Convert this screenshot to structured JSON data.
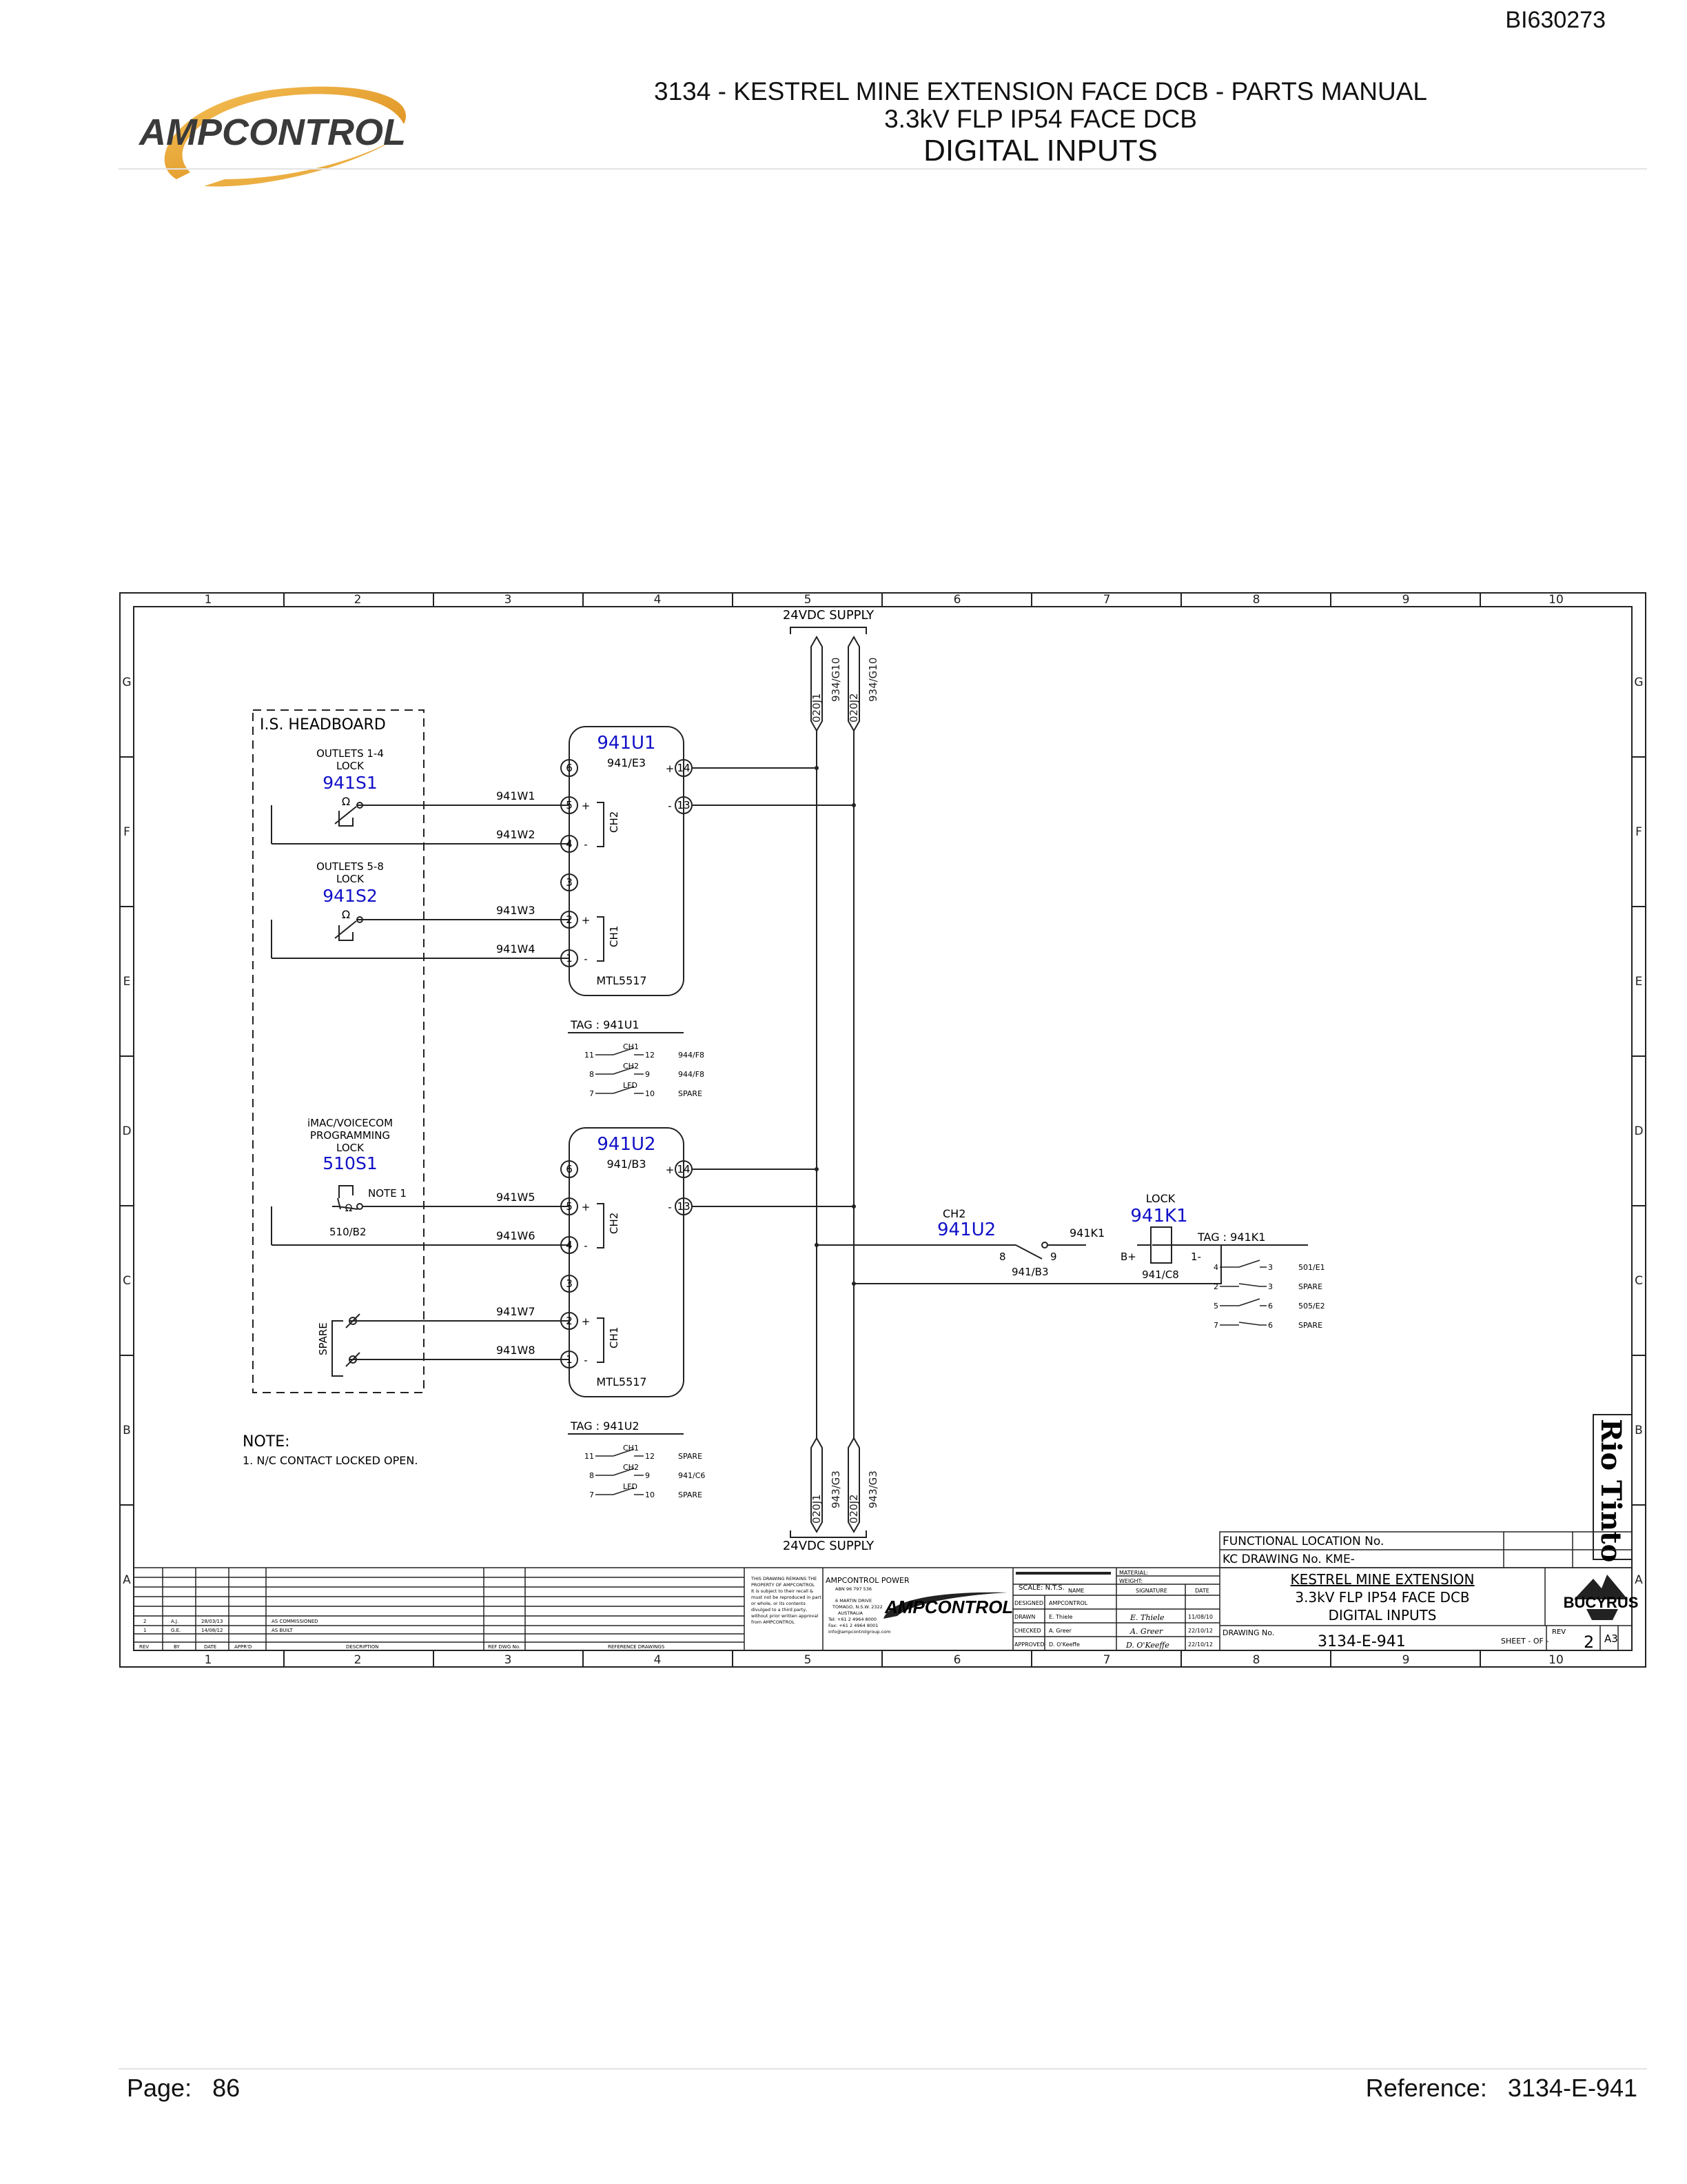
{
  "page": {
    "doc_id": "BI630273",
    "header_line1": "3134 - KESTREL MINE EXTENSION FACE DCB - PARTS MANUAL",
    "header_line2": "3.3kV FLP IP54 FACE DCB",
    "header_line3": "DIGITAL INPUTS",
    "logo_text": "AMPCONTROL",
    "page_label": "Page:",
    "page_number": "86",
    "reference_label": "Reference:",
    "reference_value": "3134-E-941"
  },
  "drawing": {
    "col_labels": [
      "1",
      "2",
      "3",
      "4",
      "5",
      "6",
      "7",
      "8",
      "9",
      "10"
    ],
    "row_labels": [
      "G",
      "F",
      "E",
      "D",
      "C",
      "B",
      "A"
    ],
    "supply_label": "24VDC SUPPLY",
    "supply_top_wires": [
      "020J1",
      "934/G10",
      "020J2",
      "934/G10"
    ],
    "supply_bottom_wires": [
      "020J1",
      "943/G3",
      "020J2",
      "943/G3"
    ],
    "headboard_title": "I.S. HEADBOARD",
    "sw1_desc": [
      "OUTLETS 1-4",
      "LOCK"
    ],
    "sw1_tag": "941S1",
    "sw2_desc": [
      "OUTLETS 5-8",
      "LOCK"
    ],
    "sw2_tag": "941S2",
    "sw3_desc": [
      "iMAC/VOICECOM",
      "PROGRAMMING",
      "LOCK"
    ],
    "sw3_tag": "510S1",
    "sw3_note": "NOTE 1",
    "sw3_ref": "510/B2",
    "spare_label": "SPARE",
    "omega": "Ω",
    "u1_tag": "941U1",
    "u1_ref": "941/E3",
    "u1_model": "MTL5517",
    "u2_tag": "941U2",
    "u2_ref": "941/B3",
    "u2_model": "MTL5517",
    "ch1": "CH1",
    "ch2": "CH2",
    "plus": "+",
    "minus": "-",
    "u1_terms": [
      "6",
      "5",
      "4",
      "3",
      "2",
      "1",
      "14",
      "13"
    ],
    "u2_terms": [
      "6",
      "5",
      "4",
      "3",
      "2",
      "1",
      "14",
      "13"
    ],
    "wires_u1": [
      "941W1",
      "941W2",
      "941W3",
      "941W4"
    ],
    "wires_u2": [
      "941W5",
      "941W6",
      "941W7",
      "941W8"
    ],
    "tag_u1_title": "TAG : 941U1",
    "tag_u1_rows": [
      {
        "a": "11",
        "ch": "CH1",
        "b": "12",
        "dest": "944/F8"
      },
      {
        "a": "8",
        "ch": "CH2",
        "b": "9",
        "dest": "944/F8"
      },
      {
        "a": "7",
        "ch": "LFD",
        "b": "10",
        "dest": "SPARE"
      }
    ],
    "tag_u2_title": "TAG : 941U2",
    "tag_u2_rows": [
      {
        "a": "11",
        "ch": "CH1",
        "b": "12",
        "dest": "SPARE"
      },
      {
        "a": "8",
        "ch": "CH2",
        "b": "9",
        "dest": "941/C6"
      },
      {
        "a": "7",
        "ch": "LFD",
        "b": "10",
        "dest": "SPARE"
      }
    ],
    "contact_ch": "CH2",
    "contact_tag": "941U2",
    "contact_terms": [
      "8",
      "9"
    ],
    "contact_ref": "941/B3",
    "wire_k1": "941K1",
    "relay_desc": "LOCK",
    "relay_tag": "941K1",
    "relay_terms": [
      "B+",
      "1-"
    ],
    "relay_ref": "941/C8",
    "tag_k1_title": "TAG : 941K1",
    "tag_k1_rows": [
      {
        "a": "4",
        "b": "3",
        "dest": "501/E1"
      },
      {
        "a": "2",
        "b": "3",
        "dest": "SPARE"
      },
      {
        "a": "5",
        "b": "6",
        "dest": "505/E2"
      },
      {
        "a": "7",
        "b": "6",
        "dest": "SPARE"
      }
    ],
    "note_title": "NOTE:",
    "note_1": "1.   N/C CONTACT LOCKED OPEN.",
    "rio_tinto": "Rio Tinto",
    "bucyrus": "BUCYRUS"
  },
  "title_block": {
    "functional_location": "FUNCTIONAL LOCATION No.",
    "kc_drawing": "KC DRAWING No.   KME-",
    "rev_rows": [
      {
        "rev": "2",
        "by": "A.J.",
        "date": "28/03/13",
        "desc": "AS COMMISSIONED"
      },
      {
        "rev": "1",
        "by": "G.E.",
        "date": "14/08/12",
        "desc": "AS BUILT"
      }
    ],
    "rev_headers": [
      "REV",
      "BY",
      "DATE",
      "APPR'D",
      "DESCRIPTION",
      "REF DWG No.",
      "REFERENCE DRAWINGS"
    ],
    "property_note": [
      "THIS DRAWING REMAINS THE",
      "PROPERTY OF AMPCONTROL",
      "It is subject to their recall &",
      "must not be reproduced in part",
      "or whole, or its contents",
      "divulged to a third party,",
      "without prior written approval",
      "from AMPCONTROL"
    ],
    "company": "AMPCONTROL POWER",
    "company_abn": "ABN 96 797 536",
    "company_addr": [
      "6 MARTIN DRIVE",
      "TOMAGO, N.S.W. 2322",
      "AUSTRALIA",
      "Tel: +61 2 4964 8000",
      "Fax: +61 2 4964 8001",
      "info@ampcontrolgroup.com"
    ],
    "scale": "SCALE:  N.T.S.",
    "material": "MATERIAL:",
    "weight": "WEIGHT:",
    "name_hdr": "NAME",
    "sig_hdr": "SIGNATURE",
    "date_hdr": "DATE",
    "people": [
      {
        "role": "DESIGNED",
        "name": "AMPCONTROL",
        "sig": "",
        "date": ""
      },
      {
        "role": "DRAWN",
        "name": "E. Thiele",
        "sig": "E. Thiele",
        "date": "11/08/10"
      },
      {
        "role": "CHECKED",
        "name": "A. Greer",
        "sig": "A. Greer",
        "date": "22/10/12"
      },
      {
        "role": "APPROVED",
        "name": "D. O'Keeffe",
        "sig": "D. O'Keeffe",
        "date": "22/10/12"
      }
    ],
    "title_line1": "KESTREL MINE EXTENSION",
    "title_line2": "3.3kV FLP IP54 FACE DCB",
    "title_line3": "DIGITAL INPUTS",
    "drawing_no_label": "DRAWING No.",
    "drawing_no": "3134-E-941",
    "sheet": "SHEET -  OF -",
    "rev_label": "REV",
    "rev": "2",
    "size": "A3"
  },
  "colors": {
    "tag_blue": "#1010c8",
    "line": "#222222",
    "logo_orange": "#e8a020",
    "logo_text": "#3a3a3a"
  }
}
